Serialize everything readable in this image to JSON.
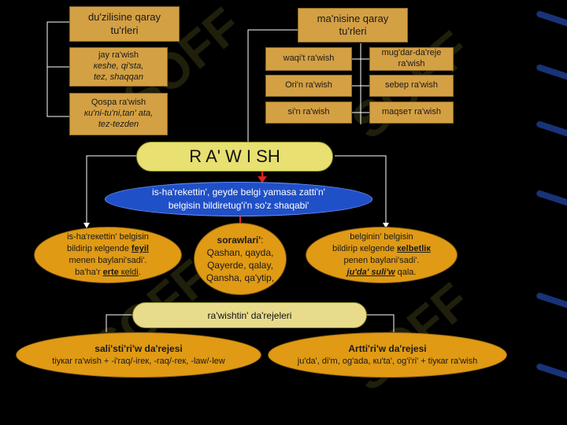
{
  "colors": {
    "background": "#000000",
    "box": "#d4a044",
    "oval": "#e09a14",
    "pill": "#e8e070",
    "blue": "#2050c8",
    "connector": "#ffffff",
    "arrow": "#e02020"
  },
  "watermark": "SOFF",
  "dz": {
    "title_1": "du'zilisine qaray",
    "title_2": "tu'rleri"
  },
  "jay": {
    "line1": "jay ra'wish",
    "line2": "кeshe, qi'sta,",
    "line3": "tez, shaqqan"
  },
  "qospa": {
    "line1": "Qospa ra'wish",
    "line2": "ки'ni-tu'ni,tan' ata,",
    "line3": "tez-tezden"
  },
  "mn": {
    "title_1": "ma'nisine qaray",
    "title_2": "tu'rleri"
  },
  "meaning": {
    "waqit": "waqi't ra'wish",
    "mugdar_1": "mug'dar-da'reje",
    "mugdar_2": "ra'wish",
    "orin": "Ori'n ra'wish",
    "sebep": "sebep ra'wish",
    "sin": "si'n ra'wish",
    "maqset": "maqseт ra'wish"
  },
  "main": {
    "title": "R A' W I SH"
  },
  "definition": {
    "line1": "is-ha'rekettin', geyde belgi yamasa zatti'n'",
    "line2": "belgisin bildiretug'i'n so'z shaqabi'"
  },
  "left_oval": {
    "l1": "is-ha'reкettin' belgisin",
    "l2_a": "bildirip кelgende ",
    "l2_b": "feyil",
    "l3": "menen baylani'sadi'.",
    "l4_a": "ba'ha'r ",
    "l4_b": "erte",
    "l4_c": " кeldi",
    "l4_d": "."
  },
  "center_oval": {
    "head": "sorawlari'",
    "colon": ":",
    "l1": "Qashan, qayda,",
    "l2": "Qayerde, qalay,",
    "l3": "Qansha, qa'ytip,"
  },
  "right_oval": {
    "l1": "belginin' belgisin",
    "l2_a": "bildirip кelgende ",
    "l2_b": "кelbetliк",
    "l3": "penen baylani'sadi'.",
    "l4_a": "ju'da' suli'w",
    "l4_b": " qala."
  },
  "degrees": {
    "title": "ra'wishtin' da'rejeleri"
  },
  "bottom_left": {
    "title": "sali'sti'ri'w da'rejesi",
    "text": "tiyкar ra'wish + -i'raq/-ireк, -raq/-reк, -law/-lew"
  },
  "bottom_right": {
    "title": "Artti'ri'w da'rejesi",
    "text": "ju'da', di'm, og'ada, кu'ta', og'i'ri' + tiyкar ra'wish"
  }
}
